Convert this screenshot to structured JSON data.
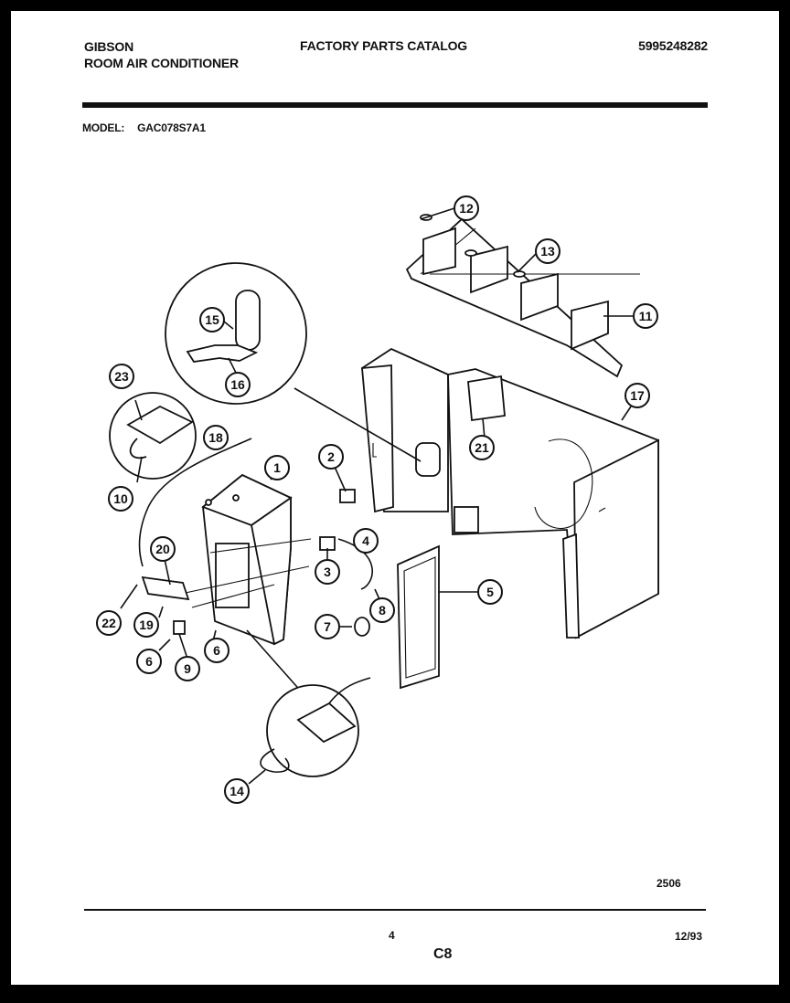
{
  "header": {
    "brand": "GIBSON",
    "product": "ROOM AIR CONDITIONER",
    "catalog_title": "FACTORY PARTS CATALOG",
    "catalog_number": "5995248282",
    "model_label": "MODEL:",
    "model_value": "GAC078S7A1"
  },
  "footer": {
    "drawing_number": "2506",
    "page_number": "4",
    "section_code": "C8",
    "date": "12/93"
  },
  "callouts": [
    "1",
    "2",
    "3",
    "4",
    "5",
    "6",
    "6",
    "7",
    "8",
    "9",
    "10",
    "11",
    "12",
    "13",
    "14",
    "15",
    "16",
    "17",
    "18",
    "19",
    "20",
    "21",
    "22",
    "23"
  ]
}
